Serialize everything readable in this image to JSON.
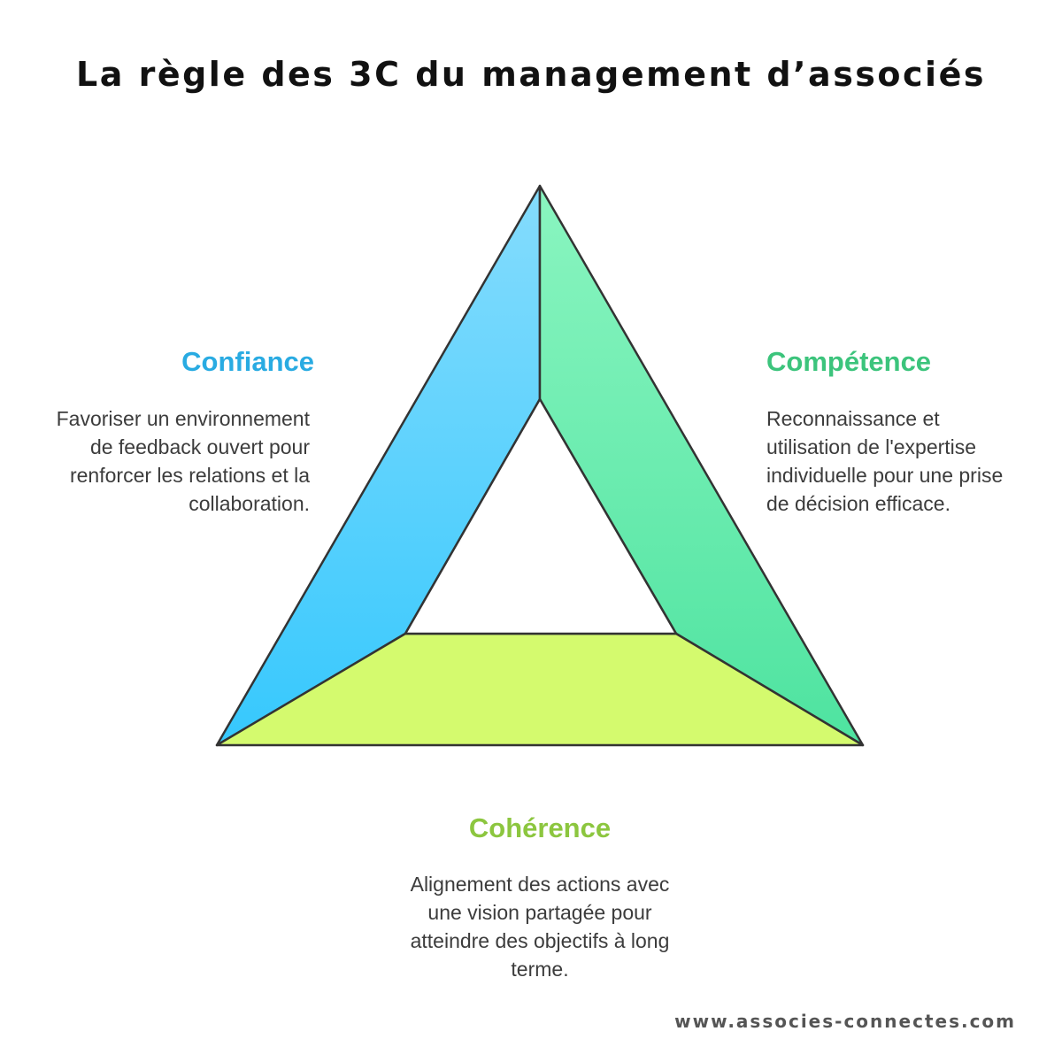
{
  "title": "La règle des 3C du management d’associés",
  "sections": {
    "confiance": {
      "label": "Confiance",
      "description": "Favoriser un environnement de feedback ouvert pour renforcer les relations et la collaboration.",
      "color": "#29abe2",
      "fill_top": "#85dcfd",
      "fill_bottom": "#36c8fd"
    },
    "competence": {
      "label": "Compétence",
      "description": "Reconnaissance et utilisation de l'expertise individuelle pour une prise de décision efficace.",
      "color": "#3cc47c",
      "fill_top": "#8af5c0",
      "fill_bottom": "#4ee3a0"
    },
    "coherence": {
      "label": "Cohérence",
      "description": "Alignement des actions avec une vision partagée pour atteindre des objectifs à long terme.",
      "color": "#8cc63f",
      "fill": "#d4fa6e"
    }
  },
  "outline_color": "#333333",
  "footer": {
    "url": "www.associes-connectes.com"
  }
}
